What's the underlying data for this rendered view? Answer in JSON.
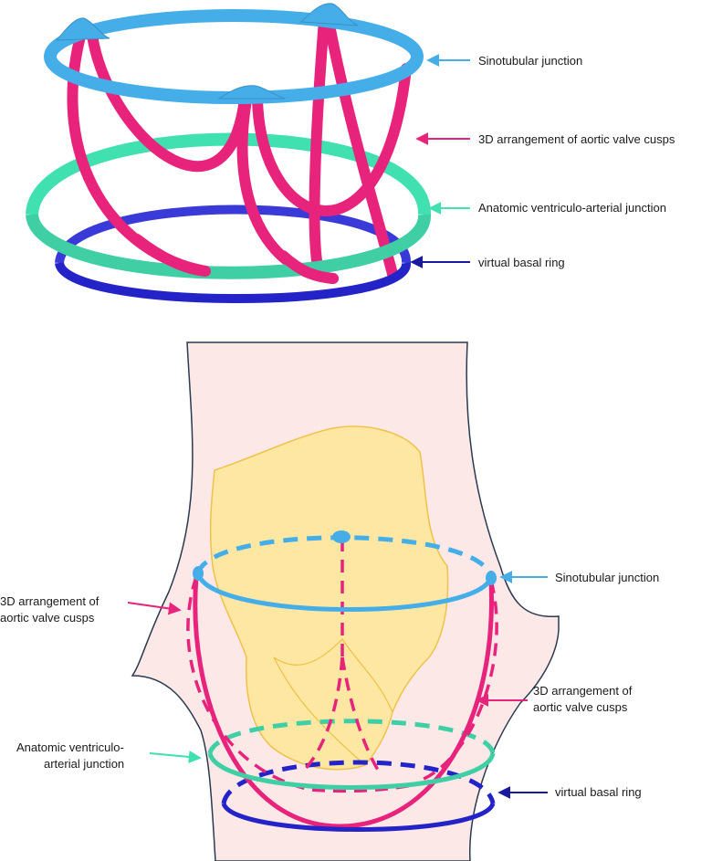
{
  "colors": {
    "sinotubular": "#45aee8",
    "cusps": "#e8237c",
    "ventriculo_arterial": "#40e0b0",
    "basal_ring": "#2323c8",
    "root_background": "#fde8e8",
    "outline": "#2a3a50",
    "sinus_fill": "#fde7a0",
    "sinus_stroke": "#f0c040"
  },
  "top_diagram": {
    "labels": {
      "sinotubular": "Sinotubular junction",
      "cusps": "3D arrangement of aortic valve cusps",
      "ventriculo_arterial": "Anatomic ventriculo-arterial junction",
      "basal_ring": "virtual basal ring"
    }
  },
  "bottom_diagram": {
    "labels": {
      "sinotubular": "Sinotubular junction",
      "cusps_left": [
        "3D arrangement of",
        "aortic valve cusps"
      ],
      "cusps_right": [
        "3D arrangement of",
        "aortic valve cusps"
      ],
      "ventriculo_arterial": [
        "Anatomic ventriculo-",
        "arterial junction"
      ],
      "basal_ring": "virtual basal ring"
    }
  }
}
